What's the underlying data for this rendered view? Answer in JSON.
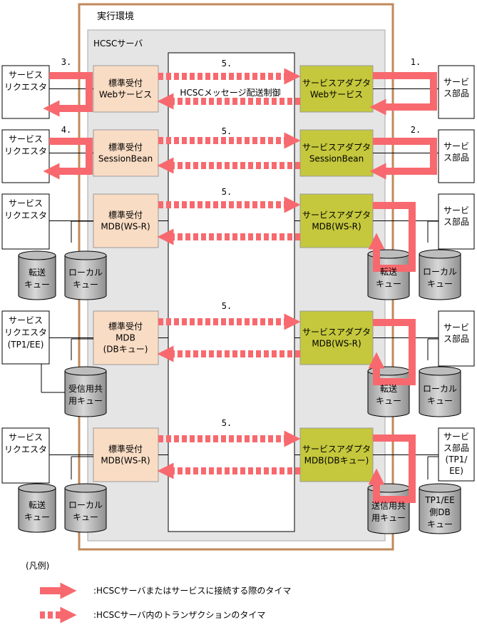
{
  "env_label": "実行環境",
  "server_label": "HCSCサーバ",
  "routing_label": "HCSCメッセージ配送制御",
  "step_labels": {
    "num5": "5.",
    "num3": "3.",
    "num4": "4.",
    "num1": "1.",
    "num2": "2."
  },
  "rows": [
    {
      "requester": [
        "サービス",
        "リクエスタ"
      ],
      "reception": [
        "標準受付",
        "Webサービス"
      ],
      "adapter": [
        "サービスアダプタ",
        "Webサービス"
      ],
      "component": [
        "サービ",
        "ス部品"
      ]
    },
    {
      "requester": [
        "サービス",
        "リクエスタ"
      ],
      "reception": [
        "標準受付",
        "SessionBean"
      ],
      "adapter": [
        "サービスアダプタ",
        "SessionBean"
      ],
      "component": [
        "サービ",
        "ス部品"
      ]
    },
    {
      "requester": [
        "サービス",
        "リクエスタ"
      ],
      "reception": [
        "標準受付",
        "MDB(WS-R)"
      ],
      "adapter": [
        "サービスアダプタ",
        "MDB(WS-R)"
      ],
      "component": [
        "サービ",
        "ス部品"
      ],
      "q_left1": [
        "転送",
        "キュー"
      ],
      "q_left2": [
        "ローカル",
        "キュー"
      ],
      "q_right1": [
        "転送",
        "キュー"
      ],
      "q_right2": [
        "ローカル",
        "キュー"
      ]
    },
    {
      "requester": [
        "サービス",
        "リクエスタ",
        "(TP1/EE)"
      ],
      "reception": [
        "標準受付",
        "MDB",
        "(DBキュー)"
      ],
      "adapter": [
        "サービスアダプタ",
        "MDB(WS-R)"
      ],
      "component": [
        "サービ",
        "ス部品"
      ],
      "q_left1": [
        "受信用共",
        "用キュー"
      ],
      "q_right1": [
        "転送",
        "キュー"
      ],
      "q_right2": [
        "ローカル",
        "キュー"
      ]
    },
    {
      "requester": [
        "サービス",
        "リクエスタ"
      ],
      "reception": [
        "標準受付",
        "MDB(WS-R)"
      ],
      "adapter": [
        "サービスアダプタ",
        "MDB(DBキュー)"
      ],
      "component": [
        "サービ",
        "ス部品",
        "(TP1/",
        "EE)"
      ],
      "q_left1": [
        "転送",
        "キュー"
      ],
      "q_left2": [
        "ローカル",
        "キュー"
      ],
      "q_right1": [
        "送信用共",
        "用キュー"
      ],
      "q_right2": [
        "TP1/EE",
        "側DB",
        "キュー"
      ]
    }
  ],
  "legend": {
    "title": "(凡例)",
    "solid": ":HCSCサーバまたはサービスに接続する際のタイマ",
    "dashed": ":HCSCサーバ内のトランザクションのタイマ"
  },
  "colors": {
    "env_border": "#c0895a",
    "server_bg": "#e5e5e5",
    "reception_fill": "#f9dcc4",
    "adapter_fill": "#c5c83c",
    "arrow": "#f7696e",
    "queue_fill": "#c8c8c8"
  }
}
